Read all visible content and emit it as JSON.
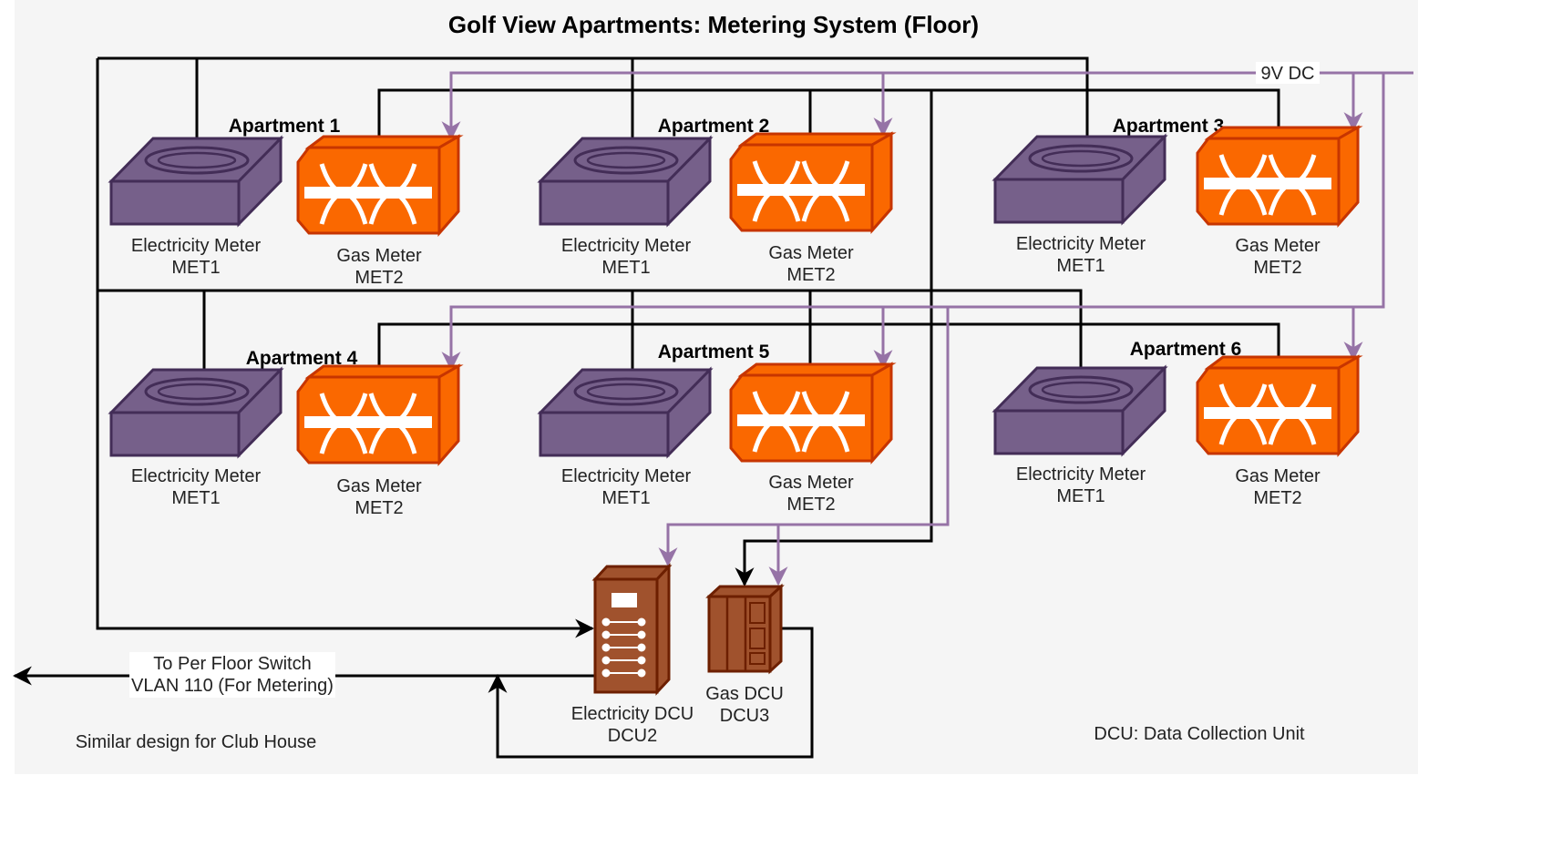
{
  "title": "Golf View Apartments: Metering System (Floor)",
  "power_label": "9V DC",
  "apartments": [
    {
      "name": "Apartment 1",
      "elec_label": "Electricity Meter",
      "elec_id": "MET1",
      "gas_label": "Gas Meter",
      "gas_id": "MET2"
    },
    {
      "name": "Apartment 2",
      "elec_label": "Electricity Meter",
      "elec_id": "MET1",
      "gas_label": "Gas Meter",
      "gas_id": "MET2"
    },
    {
      "name": "Apartment 3",
      "elec_label": "Electricity Meter",
      "elec_id": "MET1",
      "gas_label": "Gas Meter",
      "gas_id": "MET2"
    },
    {
      "name": "Apartment 4",
      "elec_label": "Electricity Meter",
      "elec_id": "MET1",
      "gas_label": "Gas Meter",
      "gas_id": "MET2"
    },
    {
      "name": "Apartment 5",
      "elec_label": "Electricity Meter",
      "elec_id": "MET1",
      "gas_label": "Gas Meter",
      "gas_id": "MET2"
    },
    {
      "name": "Apartment 6",
      "elec_label": "Electricity Meter",
      "elec_id": "MET1",
      "gas_label": "Gas Meter",
      "gas_id": "MET2"
    }
  ],
  "elec_dcu": {
    "label": "Electricity DCU",
    "id": "DCU2"
  },
  "gas_dcu": {
    "label": "Gas DCU",
    "id": "DCU3"
  },
  "switch_label": {
    "line1": "To Per Floor Switch",
    "line2": "VLAN 110 (For Metering)"
  },
  "club_house_note": "Similar design for Club House",
  "legend_note": "DCU: Data Collection Unit",
  "colors": {
    "power_line": "#9673a6",
    "elec_meter_fill": "#76608a",
    "elec_meter_stroke": "#432d57",
    "gas_meter_fill": "#fa6800",
    "gas_meter_stroke": "#c73500",
    "dcu_fill": "#a0522d",
    "dcu_stroke": "#6d1f00"
  }
}
